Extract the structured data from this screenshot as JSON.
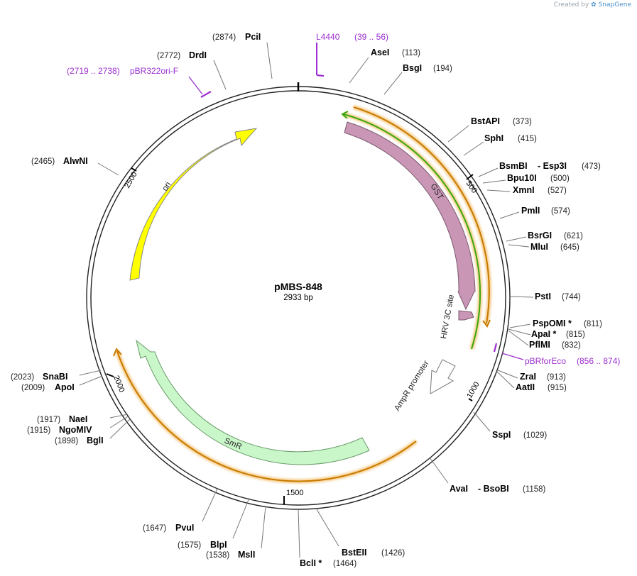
{
  "credit": {
    "prefix": "Created by",
    "brand": "SnapGene"
  },
  "plasmid": {
    "name": "pMBS-848",
    "size": "2933 bp"
  },
  "ticks": [
    "500",
    "1000",
    "1500",
    "2000",
    "2500"
  ],
  "features": {
    "ori": "ori",
    "gst": "GST",
    "hrv": "HRV 3C site",
    "ampr_promoter": "AmpR promoter",
    "smr": "SmR"
  },
  "primers": [
    {
      "name": "L4440",
      "pos": "(39 .. 56)"
    },
    {
      "name": "pBR322ori-F",
      "pos": "(2719 .. 2738)"
    },
    {
      "name": "pBRforEco",
      "pos": "(856 .. 874)"
    }
  ],
  "sites": [
    {
      "name": "PciI",
      "pos": "(2874)"
    },
    {
      "name": "AseI",
      "pos": "(113)"
    },
    {
      "name": "BsgI",
      "pos": "(194)"
    },
    {
      "name": "DrdI",
      "pos": "(2772)"
    },
    {
      "name": "BstAPI",
      "pos": "(373)"
    },
    {
      "name": "SphI",
      "pos": "(415)"
    },
    {
      "name": "BsmBI",
      "pos": "(473)",
      "alt": "-  Esp3I"
    },
    {
      "name": "Bpu10I",
      "pos": "(500)"
    },
    {
      "name": "XmnI",
      "pos": "(527)"
    },
    {
      "name": "PmlI",
      "pos": "(574)"
    },
    {
      "name": "BsrGI",
      "pos": "(621)"
    },
    {
      "name": "MluI",
      "pos": "(645)"
    },
    {
      "name": "PstI",
      "pos": "(744)"
    },
    {
      "name": "PspOMI *",
      "pos": "(811)"
    },
    {
      "name": "ApaI *",
      "pos": "(815)"
    },
    {
      "name": "PflMI",
      "pos": "(832)"
    },
    {
      "name": "ZraI",
      "pos": "(913)"
    },
    {
      "name": "AatII",
      "pos": "(915)"
    },
    {
      "name": "SspI",
      "pos": "(1029)"
    },
    {
      "name": "AvaI",
      "pos": "(1158)",
      "alt": "-  BsoBI"
    },
    {
      "name": "BstEII",
      "pos": "(1426)"
    },
    {
      "name": "BclI *",
      "pos": "(1464)"
    },
    {
      "name": "MslI",
      "pos": "(1538)"
    },
    {
      "name": "BlpI",
      "pos": "(1575)"
    },
    {
      "name": "PvuI",
      "pos": "(1647)"
    },
    {
      "name": "BglI",
      "pos": "(1898)"
    },
    {
      "name": "NgoMIV",
      "pos": "(1915)"
    },
    {
      "name": "NaeI",
      "pos": "(1917)"
    },
    {
      "name": "ApoI",
      "pos": "(2009)"
    },
    {
      "name": "SnaBI",
      "pos": "(2023)"
    },
    {
      "name": "AlwNI",
      "pos": "(2465)"
    }
  ]
}
